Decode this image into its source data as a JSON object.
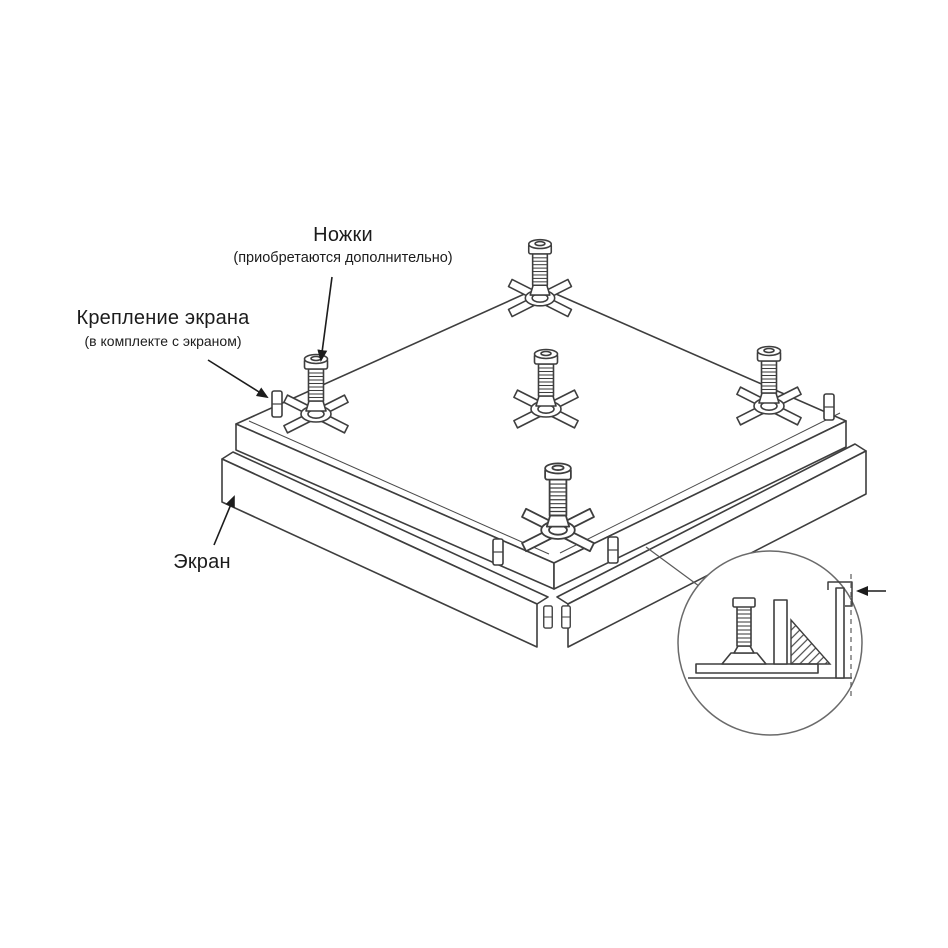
{
  "labels": {
    "legs": {
      "title": "Ножки",
      "subtitle": "(приобретаются дополнительно)"
    },
    "screen_mount": {
      "title": "Крепление экрана",
      "subtitle": "(в комплекте с экраном)"
    },
    "screen": {
      "title": "Экран"
    }
  },
  "colors": {
    "line": "#3e3e3e",
    "text": "#1c1c1c",
    "background": "#ffffff",
    "detail_circle": "#6a6a6a"
  }
}
